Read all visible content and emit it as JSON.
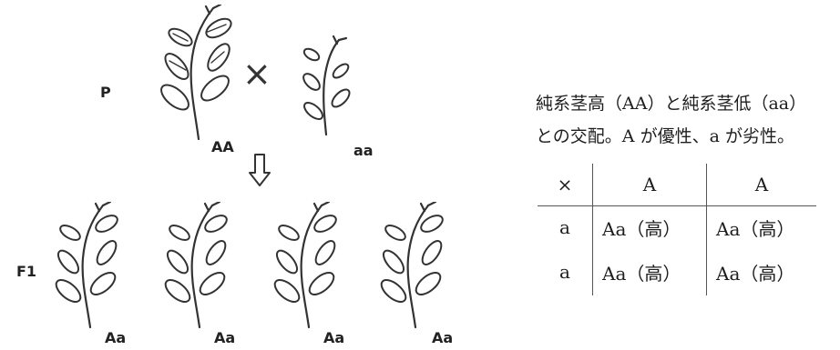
{
  "generation_labels": {
    "parent": "P",
    "f1": "F1"
  },
  "cross_symbol": "×",
  "parents": [
    {
      "genotype": "AA"
    },
    {
      "genotype": "aa"
    }
  ],
  "offspring": [
    {
      "genotype": "Aa"
    },
    {
      "genotype": "Aa"
    },
    {
      "genotype": "Aa"
    },
    {
      "genotype": "Aa"
    }
  ],
  "description": {
    "line1": "純系茎高（AA）と純系茎低（aa）",
    "line2": "との交配。A が優性、a が劣性。"
  },
  "punnett": {
    "corner": "×",
    "col_headers": [
      "A",
      "A"
    ],
    "rows": [
      {
        "header": "a",
        "cells": [
          "Aa（高）",
          "Aa（高）"
        ]
      },
      {
        "header": "a",
        "cells": [
          "Aa（高）",
          "Aa（高）"
        ]
      }
    ]
  },
  "icons": {
    "arrow": "down-arrow-icon",
    "plant": "plant-sprig-icon"
  }
}
